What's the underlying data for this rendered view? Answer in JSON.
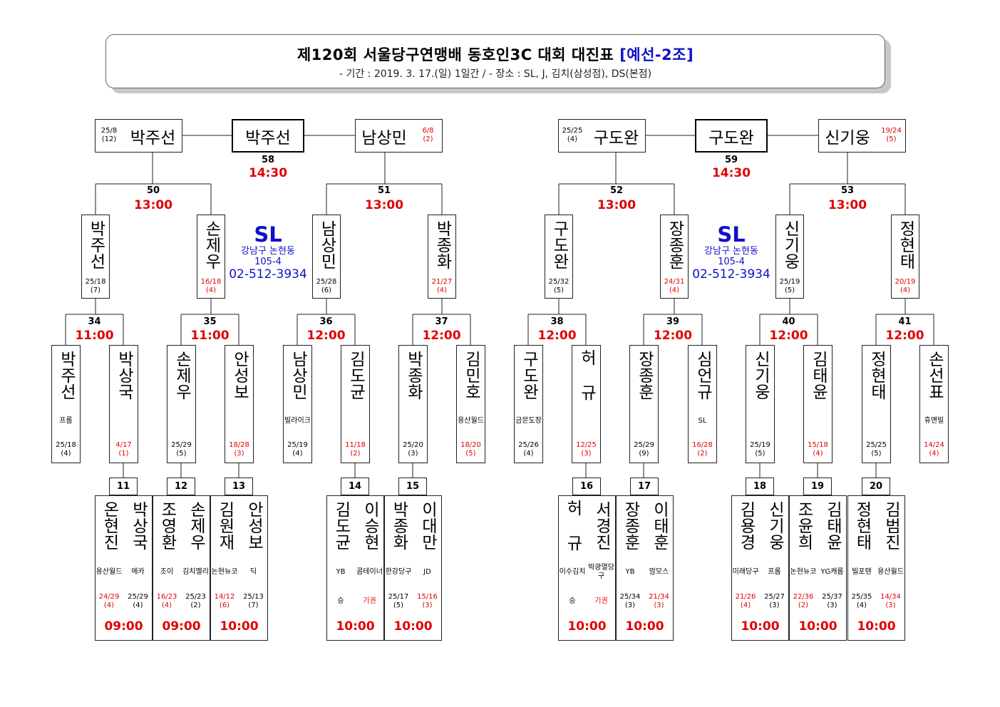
{
  "header": {
    "title": "제120회 서울당구연맹배 동호인3C 대회 대진표",
    "subtitle_blue": "[예선-2조]",
    "info": "- 기간 : 2019. 3. 17.(일) 1일간 / - 장소 : SL, J, 김치(삼성점), DS(본점)"
  },
  "venue": {
    "name": "SL",
    "address1": "강남구 논현동",
    "address2": "105-4",
    "phone": "02-512-3934"
  },
  "finals": [
    {
      "winner": "박주선",
      "match": "58",
      "time": "14:30",
      "left": {
        "name": "박주선",
        "score": "25/8",
        "inn": "(12)",
        "red": false
      },
      "right": {
        "name": "남상민",
        "score": "6/8",
        "inn": "(2)",
        "red": true
      }
    },
    {
      "winner": "구도완",
      "match": "59",
      "time": "14:30",
      "left": {
        "name": "구도완",
        "score": "25/25",
        "inn": "(4)",
        "red": false
      },
      "right": {
        "name": "신기웅",
        "score": "19/24",
        "inn": "(5)",
        "red": true
      }
    }
  ],
  "semis": [
    {
      "match": "50",
      "time": "13:00"
    },
    {
      "match": "51",
      "time": "13:00"
    },
    {
      "match": "52",
      "time": "13:00"
    },
    {
      "match": "53",
      "time": "13:00"
    }
  ],
  "quarters": [
    {
      "name": "박주선",
      "score": "25/18",
      "inn": "(7)",
      "red": false
    },
    {
      "name": "손제우",
      "score": "16/18",
      "inn": "(4)",
      "red": true
    },
    {
      "name": "남상민",
      "score": "25/28",
      "inn": "(6)",
      "red": false
    },
    {
      "name": "박종화",
      "score": "21/27",
      "inn": "(4)",
      "red": true
    },
    {
      "name": "구도완",
      "score": "25/32",
      "inn": "(5)",
      "red": false
    },
    {
      "name": "장종훈",
      "score": "24/31",
      "inn": "(4)",
      "red": true
    },
    {
      "name": "신기웅",
      "score": "25/19",
      "inn": "(5)",
      "red": false
    },
    {
      "name": "정현태",
      "score": "20/19",
      "inn": "(4)",
      "red": true
    }
  ],
  "round2": [
    {
      "match": "34",
      "time": "11:00"
    },
    {
      "match": "35",
      "time": "11:00"
    },
    {
      "match": "36",
      "time": "12:00"
    },
    {
      "match": "37",
      "time": "12:00"
    },
    {
      "match": "38",
      "time": "12:00"
    },
    {
      "match": "39",
      "time": "12:00"
    },
    {
      "match": "40",
      "time": "12:00"
    },
    {
      "match": "41",
      "time": "12:00"
    }
  ],
  "round2_players": [
    {
      "name": "박주선",
      "club": "프롬",
      "score": "25/18",
      "inn": "(4)",
      "red": false
    },
    {
      "name": "박상국",
      "club": "",
      "score": "4/17",
      "inn": "(1)",
      "red": true
    },
    {
      "name": "손제우",
      "club": "",
      "score": "25/29",
      "inn": "(5)",
      "red": false
    },
    {
      "name": "안성보",
      "club": "",
      "score": "18/28",
      "inn": "(3)",
      "red": true
    },
    {
      "name": "남상민",
      "club": "빌라이크",
      "score": "25/19",
      "inn": "(4)",
      "red": false
    },
    {
      "name": "김도균",
      "club": "",
      "score": "11/18",
      "inn": "(2)",
      "red": true
    },
    {
      "name": "박종화",
      "club": "",
      "score": "25/20",
      "inn": "(3)",
      "red": false
    },
    {
      "name": "김민호",
      "club": "용산월드",
      "score": "18/20",
      "inn": "(5)",
      "red": true
    },
    {
      "name": "구도완",
      "club": "금문도장",
      "score": "25/26",
      "inn": "(4)",
      "red": false
    },
    {
      "name": "허  규",
      "club": "",
      "score": "12/25",
      "inn": "(3)",
      "red": true
    },
    {
      "name": "장종훈",
      "club": "",
      "score": "25/29",
      "inn": "(9)",
      "red": false
    },
    {
      "name": "심언규",
      "club": "SL",
      "score": "16/28",
      "inn": "(2)",
      "red": true
    },
    {
      "name": "신기웅",
      "club": "",
      "score": "25/19",
      "inn": "(5)",
      "red": false
    },
    {
      "name": "김태윤",
      "club": "",
      "score": "15/18",
      "inn": "(4)",
      "red": true
    },
    {
      "name": "정현태",
      "club": "",
      "score": "25/25",
      "inn": "(5)",
      "red": false
    },
    {
      "name": "손선표",
      "club": "휴앤빌",
      "score": "14/24",
      "inn": "(4)",
      "red": true
    }
  ],
  "round1": [
    {
      "match": "11",
      "time": "09:00",
      "a": {
        "name": "온현진",
        "club": "용산월드",
        "score": "24/29",
        "inn": "(4)",
        "red": true
      },
      "b": {
        "name": "박상국",
        "club": "메카",
        "score": "25/29",
        "inn": "(4)",
        "red": false
      }
    },
    {
      "match": "12",
      "time": "09:00",
      "a": {
        "name": "조영환",
        "club": "조이",
        "score": "16/23",
        "inn": "(4)",
        "red": true
      },
      "b": {
        "name": "손제우",
        "club": "김치멜리",
        "score": "25/23",
        "inn": "(2)",
        "red": false
      }
    },
    {
      "match": "13",
      "time": "10:00",
      "a": {
        "name": "김원재",
        "club": "논현뉴코",
        "score": "14/12",
        "inn": "(6)",
        "red": true
      },
      "b": {
        "name": "안성보",
        "club": "딕",
        "score": "25/13",
        "inn": "(7)",
        "red": false
      }
    },
    {
      "match": "14",
      "time": "10:00",
      "a": {
        "name": "김도균",
        "club": "YB",
        "score": "승",
        "inn": "",
        "red": false
      },
      "b": {
        "name": "이승현",
        "club": "콤테이너",
        "score": "기권",
        "inn": "",
        "red": true
      }
    },
    {
      "match": "15",
      "time": "10:00",
      "a": {
        "name": "박종화",
        "club": "한강당구",
        "score": "25/17",
        "inn": "(5)",
        "red": false
      },
      "b": {
        "name": "이대만",
        "club": "JD",
        "score": "15/16",
        "inn": "(3)",
        "red": true
      }
    },
    {
      "match": "16",
      "time": "10:00",
      "a": {
        "name": "허  규",
        "club": "이수김치",
        "score": "승",
        "inn": "",
        "red": false
      },
      "b": {
        "name": "서경진",
        "club": "박광열당구",
        "score": "기권",
        "inn": "",
        "red": true
      }
    },
    {
      "match": "17",
      "time": "10:00",
      "a": {
        "name": "장종훈",
        "club": "YB",
        "score": "25/34",
        "inn": "(3)",
        "red": false
      },
      "b": {
        "name": "이태훈",
        "club": "맘모스",
        "score": "21/34",
        "inn": "(3)",
        "red": true
      }
    },
    {
      "match": "18",
      "time": "10:00",
      "a": {
        "name": "김용경",
        "club": "미래당구",
        "score": "21/26",
        "inn": "(4)",
        "red": true
      },
      "b": {
        "name": "신기웅",
        "club": "프롬",
        "score": "25/27",
        "inn": "(3)",
        "red": false
      }
    },
    {
      "match": "19",
      "time": "10:00",
      "a": {
        "name": "조윤희",
        "club": "논현뉴코",
        "score": "22/36",
        "inn": "(2)",
        "red": true
      },
      "b": {
        "name": "김태윤",
        "club": "YG캐롬",
        "score": "25/37",
        "inn": "(3)",
        "red": false
      }
    },
    {
      "match": "20",
      "time": "10:00",
      "a": {
        "name": "정현태",
        "club": "빌포텐",
        "score": "25/35",
        "inn": "(4)",
        "red": false
      },
      "b": {
        "name": "김범진",
        "club": "용산월드",
        "score": "14/34",
        "inn": "(3)",
        "red": true
      }
    }
  ]
}
